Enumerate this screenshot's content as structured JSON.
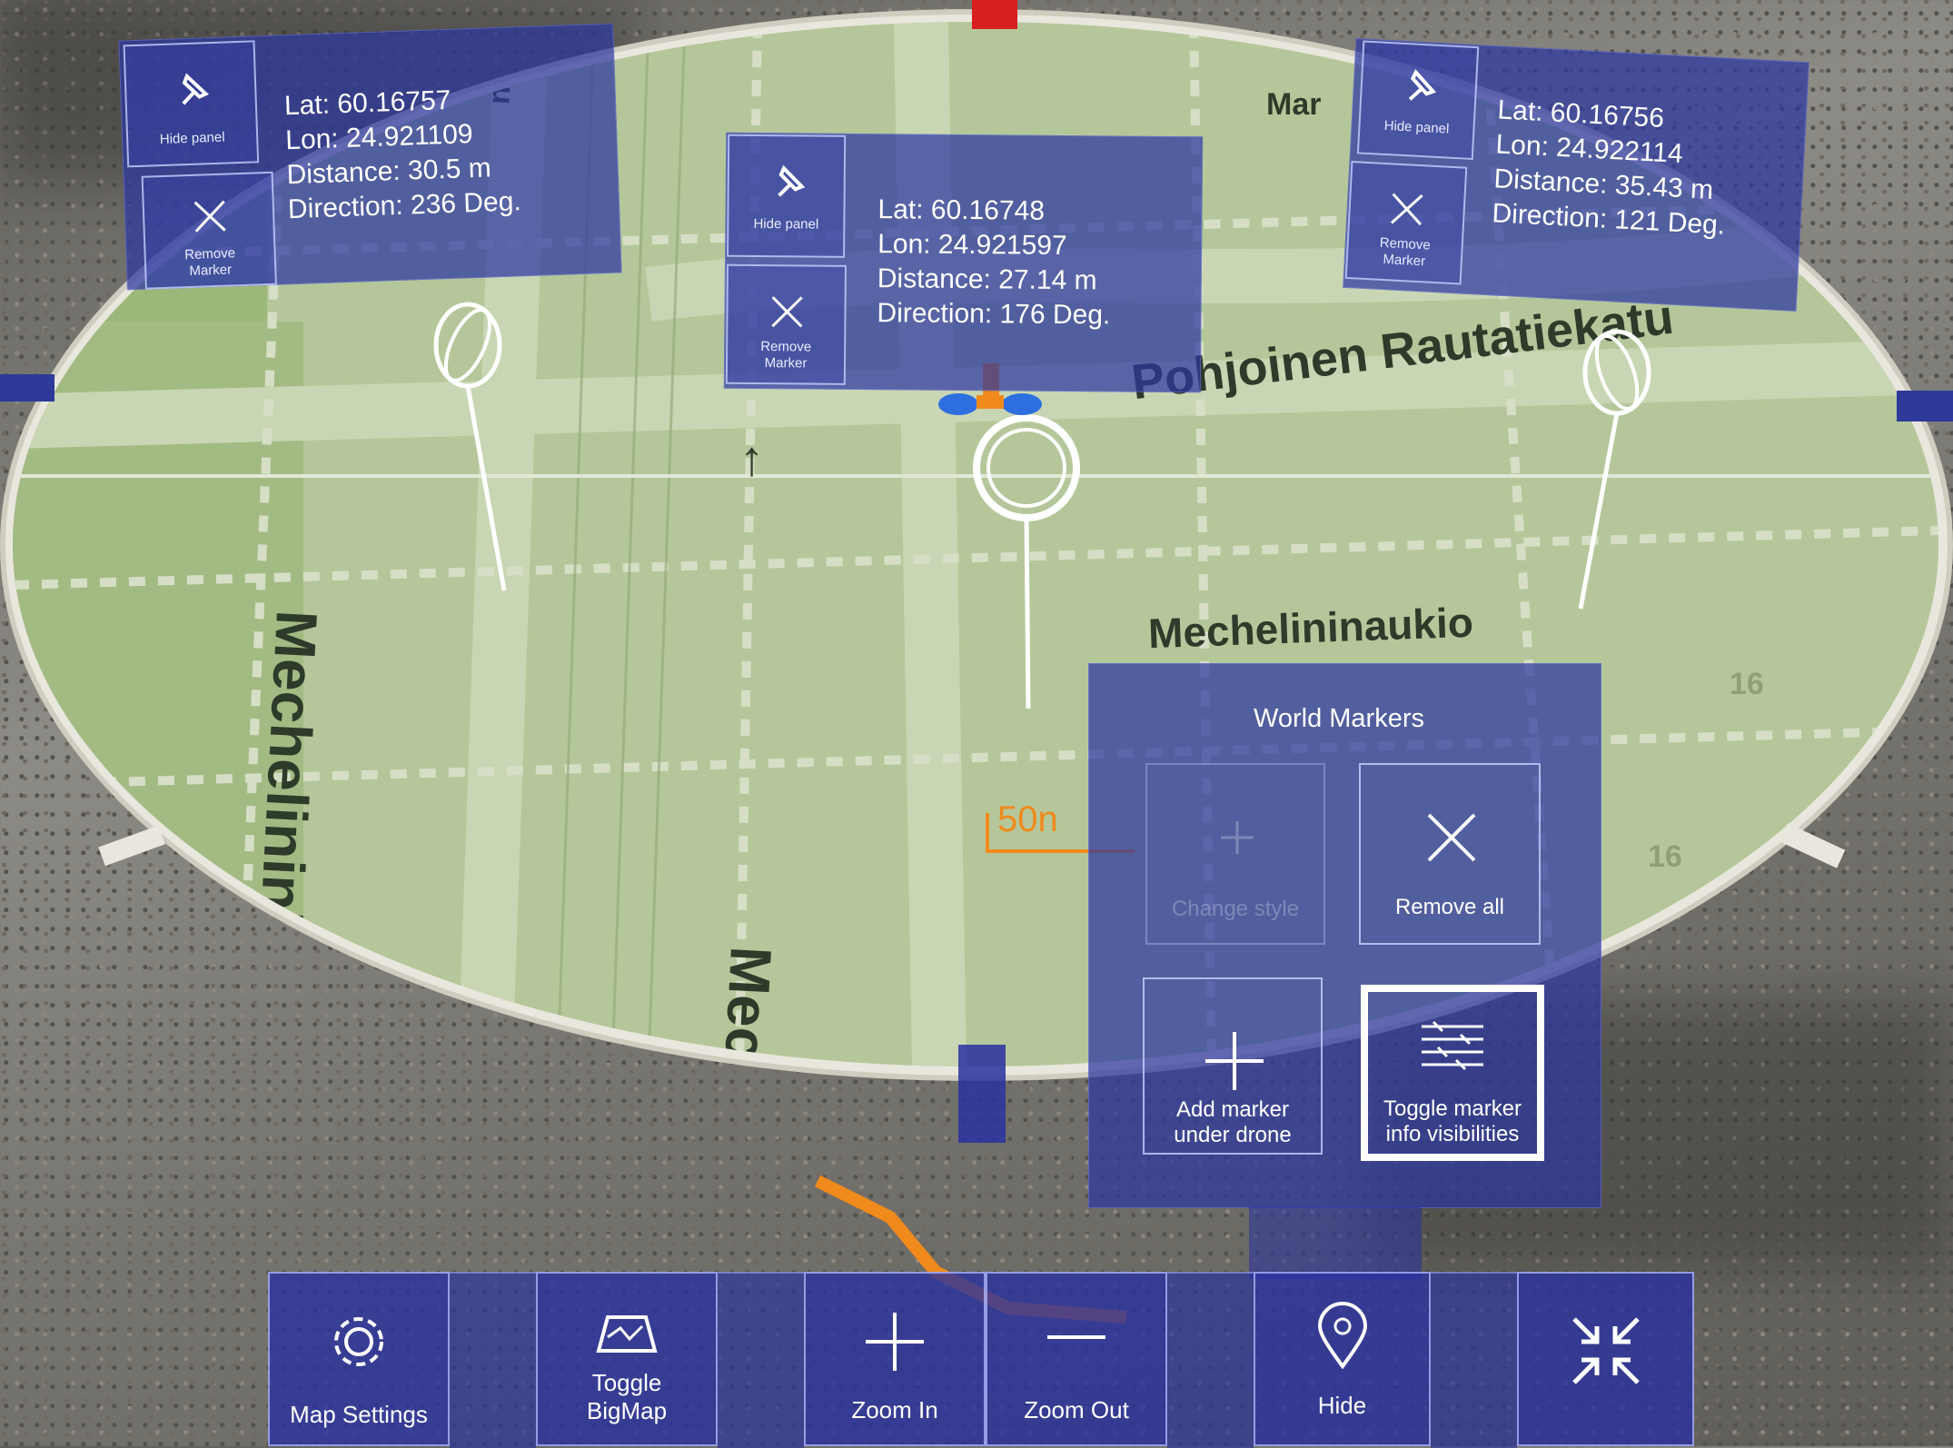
{
  "map": {
    "streets": [
      "Mechelininkatu",
      "Pohjoinen Rautatiekatu",
      "Mechelininaukio",
      "Mec",
      "Mar",
      "tu",
      "16",
      "16"
    ],
    "scale_label": "50n",
    "north_arrow": "↑"
  },
  "markers": [
    {
      "lat": "Lat: 60.16757",
      "lon": "Lon: 24.921109",
      "distance": "Distance: 30.5 m",
      "direction": "Direction: 236 Deg.",
      "hide_label": "Hide panel",
      "remove_label": "Remove Marker"
    },
    {
      "lat": "Lat: 60.16748",
      "lon": "Lon: 24.921597",
      "distance": "Distance: 27.14 m",
      "direction": "Direction: 176 Deg.",
      "hide_label": "Hide panel",
      "remove_label": "Remove Marker"
    },
    {
      "lat": "Lat: 60.16756",
      "lon": "Lon: 24.922114",
      "distance": "Distance: 35.43 m",
      "direction": "Direction: 121 Deg.",
      "hide_label": "Hide panel",
      "remove_label": "Remove Marker"
    }
  ],
  "world_markers": {
    "title": "World Markers",
    "change_style": "Change style",
    "remove_all": "Remove all",
    "add_marker_line1": "Add marker",
    "add_marker_line2": "under drone",
    "toggle_line1": "Toggle marker",
    "toggle_line2": "info visibilities"
  },
  "toolbar": {
    "map_settings": "Map Settings",
    "toggle_bigmap_line1": "Toggle",
    "toggle_bigmap_line2": "BigMap",
    "zoom_in": "Zoom In",
    "zoom_out": "Zoom Out",
    "hide": "Hide"
  },
  "colors": {
    "panel": "#2d37a0",
    "map": "#b6c89c",
    "drone_orange": "#f08a1c",
    "drone_blue": "#2d6fe0",
    "north_marker": "#d81e1e"
  }
}
